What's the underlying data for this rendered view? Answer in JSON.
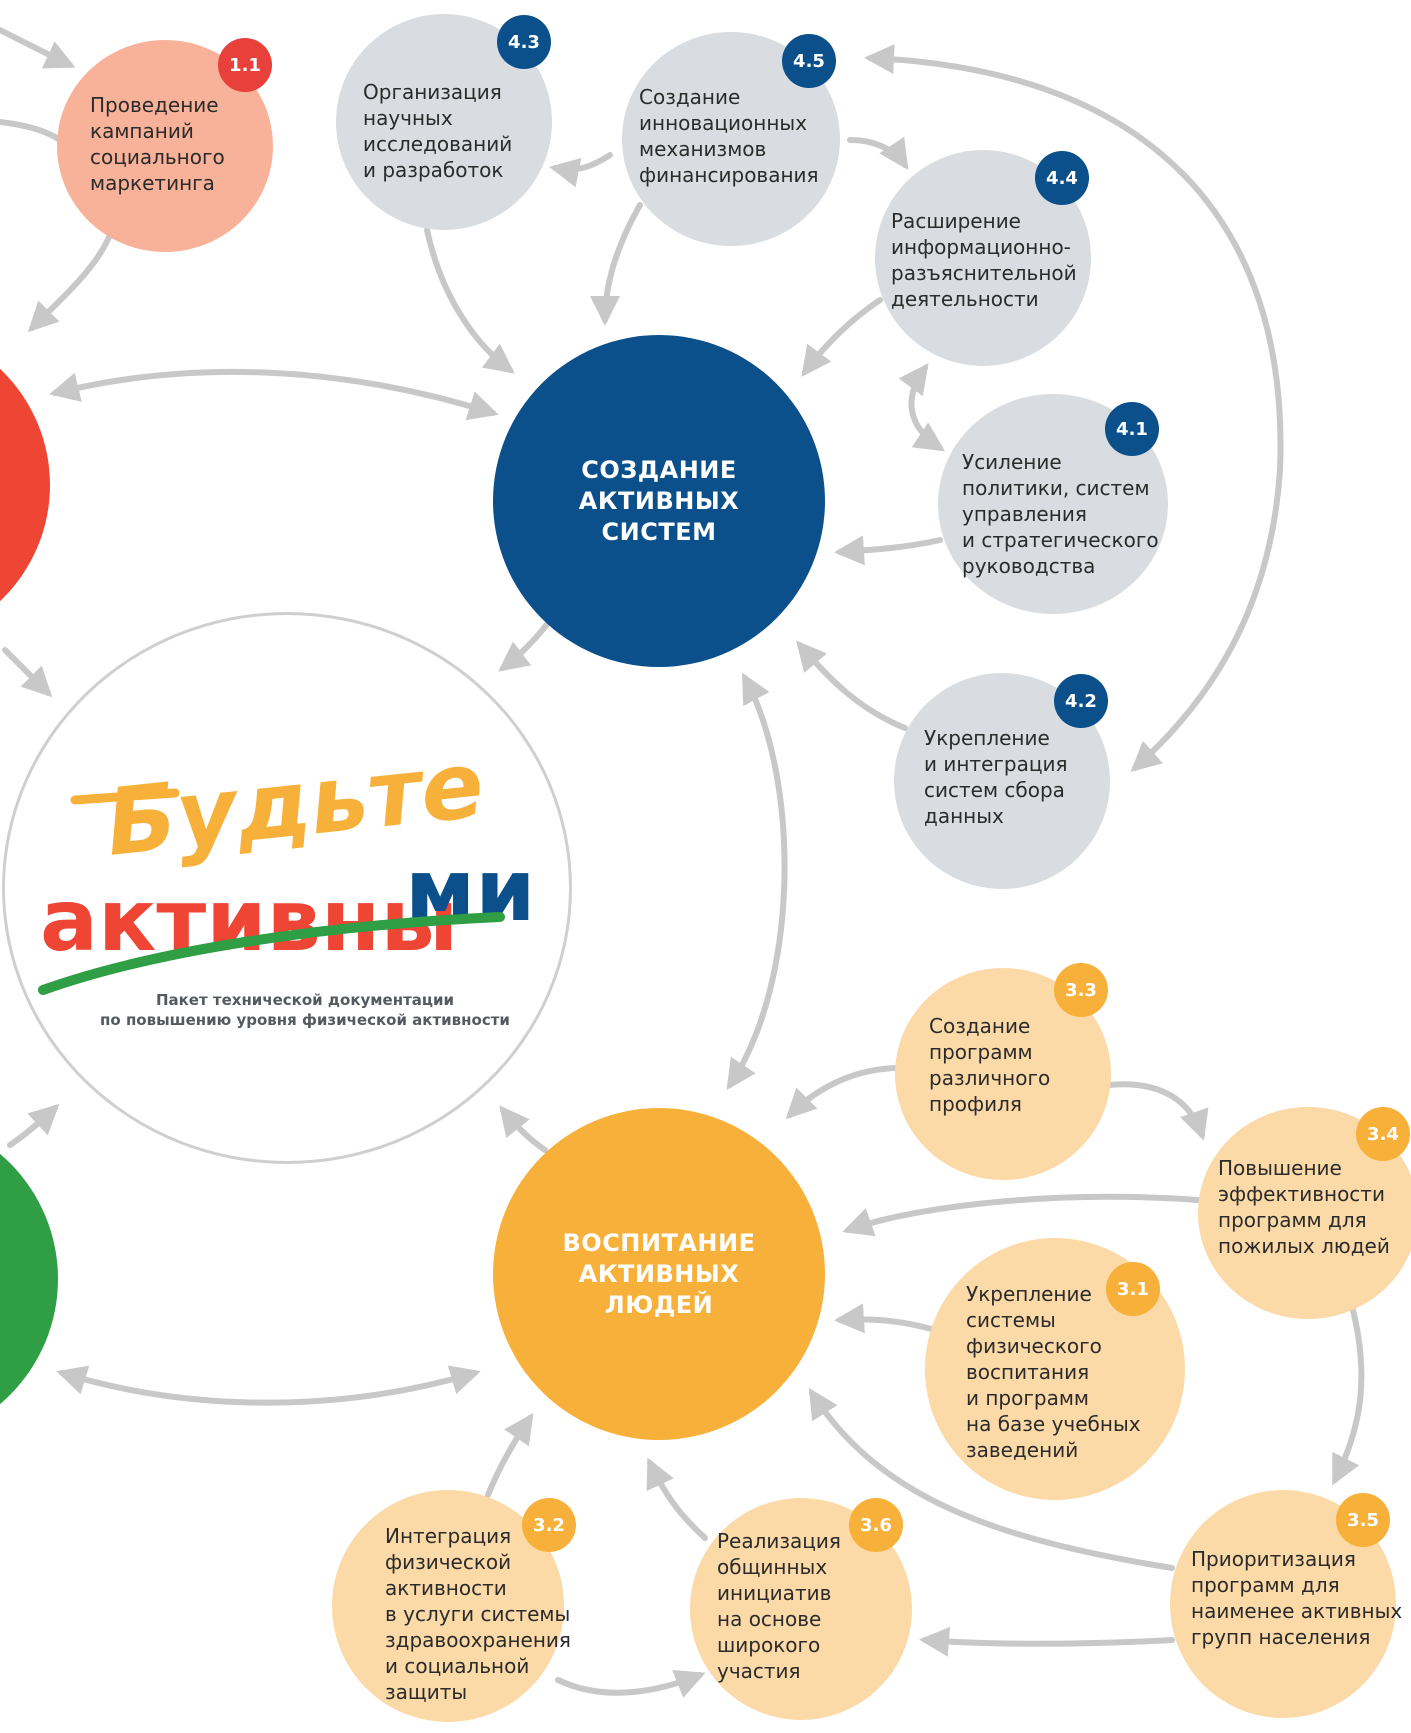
{
  "colors": {
    "blue": "#0b4f8b",
    "orange": "#f7b13a",
    "red": "#ee4535",
    "green": "#2f9e44",
    "gray_node": "#d9dce1",
    "peach_node": "#fcdaa8",
    "salmon_node": "#f8b299",
    "arrow": "#c8c8c8"
  },
  "logo": {
    "line1": "Будьте",
    "line2_a": "активны",
    "line2_b": "ми",
    "subtitle": "Пакет технической документации\nпо повышению уровня физической активности"
  },
  "hubs": {
    "systems": "СОЗДАНИЕ\nАКТИВНЫХ\nСИСТЕМ",
    "people": "ВОСПИТАНИЕ\nАКТИВНЫХ\nЛЮДЕЙ"
  },
  "nodes": {
    "n1_1": {
      "badge": "1.1",
      "text": "Проведение\nкампаний\nсоциального\nмаркетинга"
    },
    "n4_3": {
      "badge": "4.3",
      "text": "Организация\nнаучных\nисследований\nи разработок"
    },
    "n4_5": {
      "badge": "4.5",
      "text": "Создание\nинновационных\nмеханизмов\nфинансирования"
    },
    "n4_4": {
      "badge": "4.4",
      "text": "Расширение\nинформационно-\nразъяснительной\nдеятельности"
    },
    "n4_1": {
      "badge": "4.1",
      "text": "Усиление\nполитики, систем\nуправления\nи стратегического\nруководства"
    },
    "n4_2": {
      "badge": "4.2",
      "text": "Укрепление\nи интеграция\nсистем сбора\nданных"
    },
    "n3_3": {
      "badge": "3.3",
      "text": "Создание\nпрограмм\nразличного\nпрофиля"
    },
    "n3_4": {
      "badge": "3.4",
      "text": "Повышение\nэффективности\nпрограмм для\nпожилых людей"
    },
    "n3_1": {
      "badge": "3.1",
      "text": "Укрепление\nсистемы\nфизического\nвоспитания\nи программ\nна базе учебных\nзаведений"
    },
    "n3_5": {
      "badge": "3.5",
      "text": "Приоритизация\nпрограмм для\nнаименее активных\nгрупп населения"
    },
    "n3_2": {
      "badge": "3.2",
      "text": "Интеграция\nфизической\nактивности\nв услуги системы\nздравоохранения\nи социальной\nзащиты"
    },
    "n3_6": {
      "badge": "3.6",
      "text": "Реализация\nобщинных\nинициатив\nна основе\nширокого\nучастия"
    }
  }
}
